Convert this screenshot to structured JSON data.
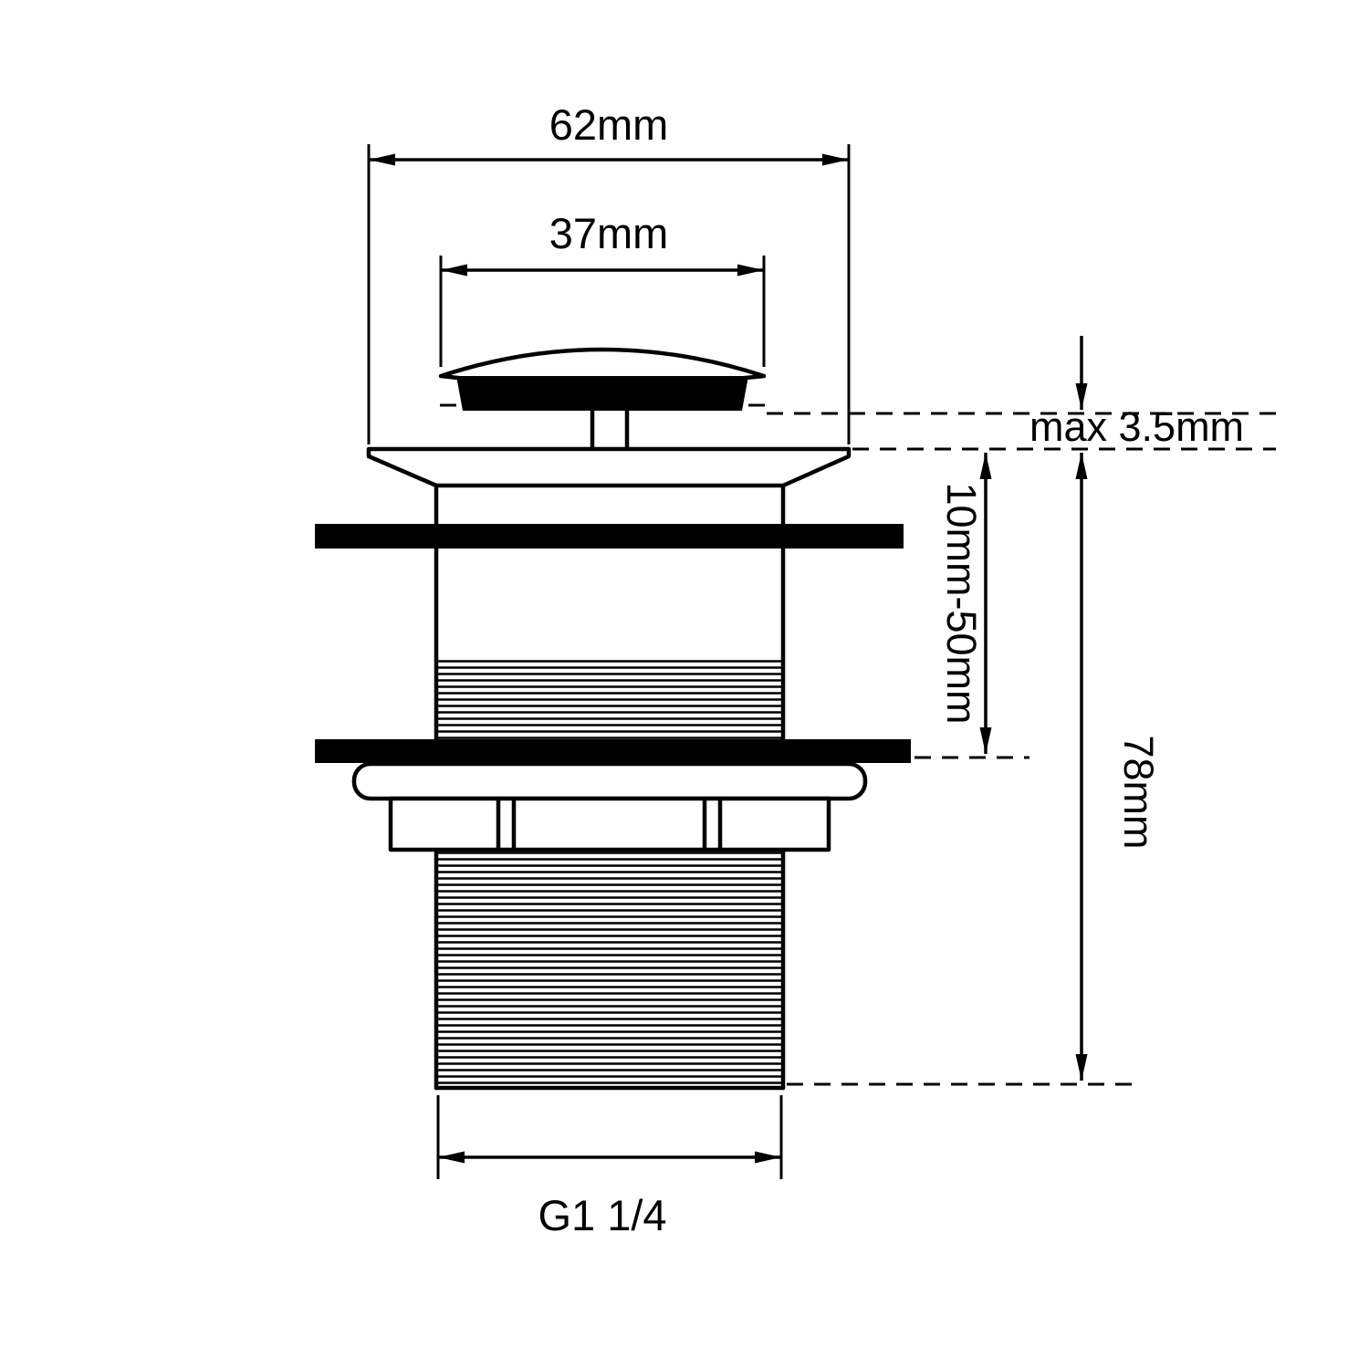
{
  "diagram": {
    "colors": {
      "line": "#000000",
      "background": "#ffffff"
    },
    "dimensions": {
      "top_flange_width": "62mm",
      "cap_width": "37mm",
      "cap_protrusion": "max 3.5mm",
      "mounting_thickness_range": "10mm-50mm",
      "thread_length": "78mm",
      "thread_size": "G1 1/4"
    }
  }
}
